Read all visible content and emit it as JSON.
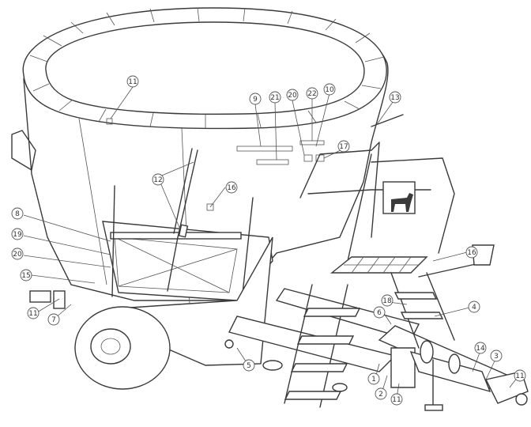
{
  "diagram": {
    "callouts": [
      "11",
      "9",
      "21",
      "20",
      "22",
      "10",
      "13",
      "17",
      "12",
      "16",
      "8",
      "19",
      "20",
      "15",
      "11",
      "7",
      "16",
      "18",
      "4",
      "6",
      "14",
      "3",
      "11",
      "5",
      "1",
      "2",
      "11"
    ],
    "colors": {
      "line": "#3a3a3a",
      "background": "#ffffff",
      "callout_stroke": "#555555"
    }
  }
}
